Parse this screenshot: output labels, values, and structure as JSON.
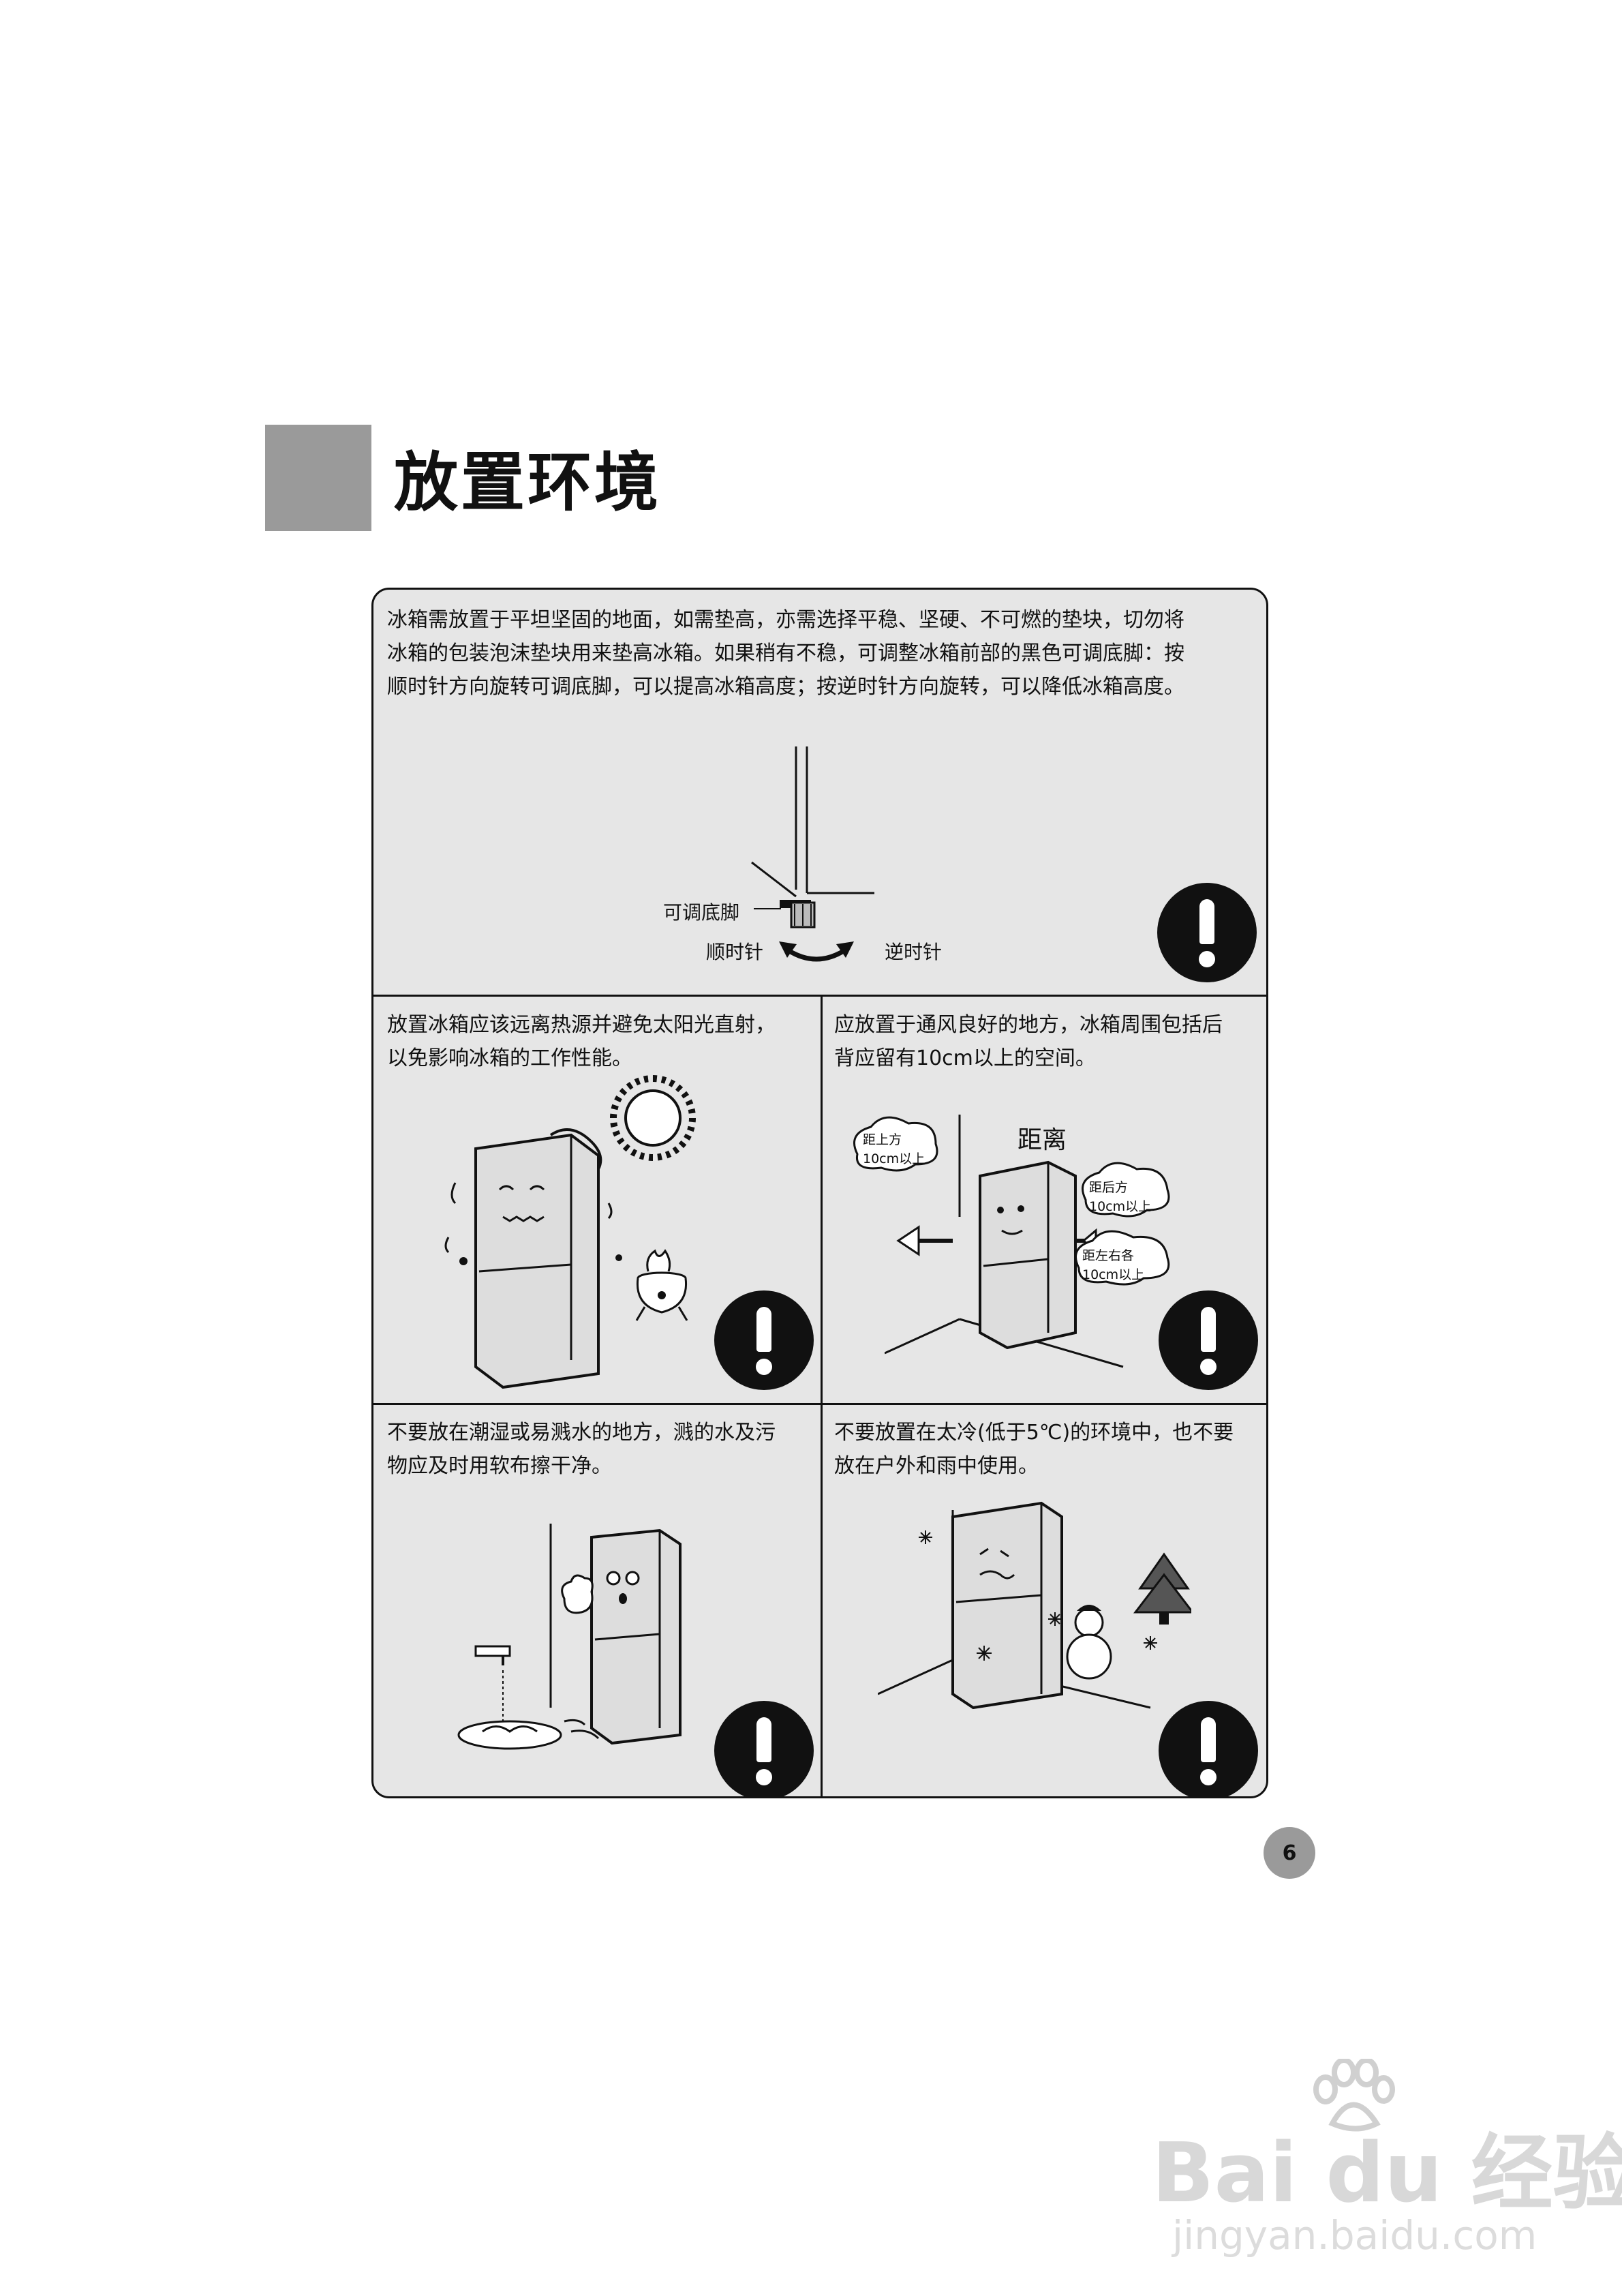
{
  "header": {
    "title": "放置环境"
  },
  "sections": {
    "leveling": {
      "text": "冰箱需放置于平坦坚固的地面，如需垫高，亦需选择平稳、坚硬、不可燃的垫块，切勿将\n冰箱的包装泡沫垫块用来垫高冰箱。如果稍有不稳，可调整冰箱前部的黑色可调底脚：按\n顺时针方向旋转可调底脚，可以提高冰箱高度；按逆时针方向旋转，可以降低冰箱高度。",
      "label_foot": "可调底脚",
      "label_cw": "顺时针",
      "label_ccw": "逆时针"
    },
    "heat": {
      "text": "放置冰箱应该远离热源并避免太阳光直射，\n以免影响冰箱的工作性能。"
    },
    "ventilation": {
      "text": "应放置于通风良好的地方，冰箱周围包括后\n背应留有10cm以上的空间。",
      "label_distance": "距离",
      "label_top_1": "距上方",
      "label_top_2": "10cm以上",
      "label_back_1": "距后方",
      "label_back_2": "10cm以上",
      "label_side_1": "距左右各",
      "label_side_2": "10cm以上"
    },
    "moisture": {
      "text": "不要放在潮湿或易溅水的地方，溅的水及污\n物应及时用软布擦干净。"
    },
    "cold": {
      "text": "不要放置在太冷(低于5℃)的环境中，也不要\n放在户外和雨中使用。"
    }
  },
  "icons": [
    "warning-exclamation-icon",
    "refrigerator-icon",
    "sun-icon",
    "stove-icon",
    "faucet-icon",
    "snowflake-icon",
    "snowman-icon",
    "tree-icon"
  ],
  "page_number": "6",
  "watermark": {
    "brand": "Bai du 经验",
    "url": "jingyan.baidu.com"
  }
}
